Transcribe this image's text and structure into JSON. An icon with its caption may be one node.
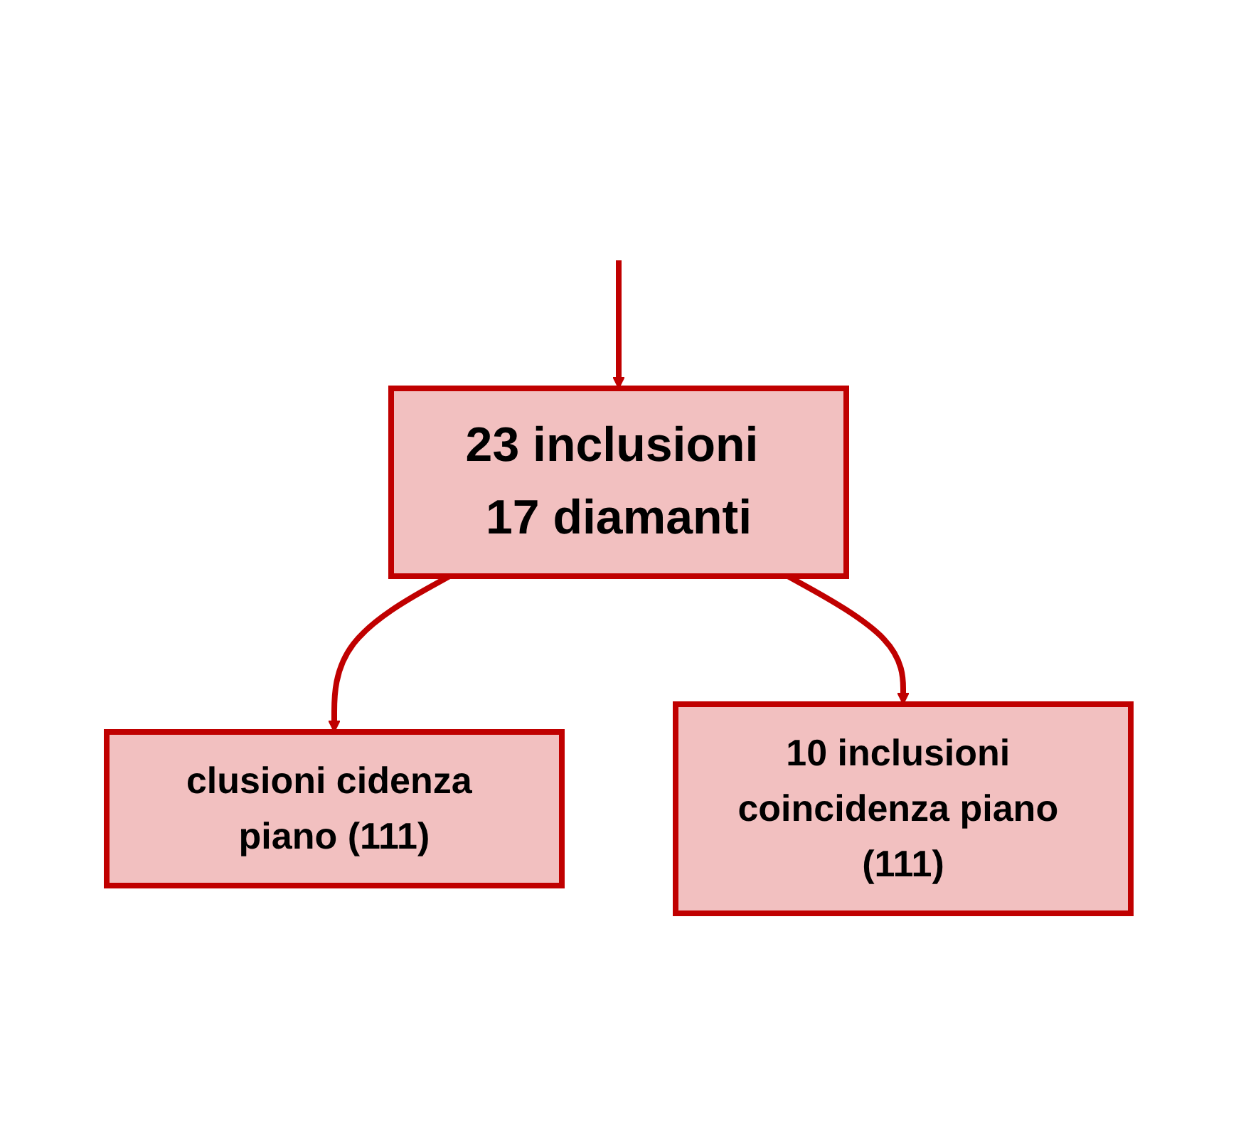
{
  "diagram": {
    "nodes": [
      {
        "text": [
          "23 inclusioni 17 diamanti"
        ]
      },
      {
        "text": [
          "clusioni cidenza piano (111)"
        ]
      },
      {
        "text": [
          "10 inclusioni coincidenza piano (111)"
        ]
      }
    ],
    "edges": [
      {
        "from": null,
        "to": 0,
        "arrow": "to"
      },
      {
        "from": 0,
        "to": 1,
        "arrow": "to"
      },
      {
        "from": 0,
        "to": 2,
        "arrow": "to"
      }
    ]
  }
}
